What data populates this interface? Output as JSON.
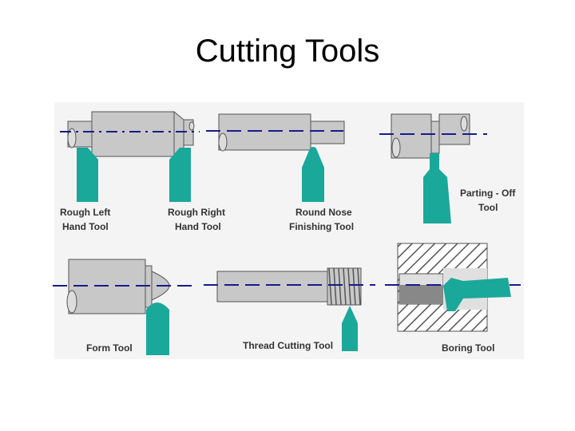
{
  "title": "Cutting Tools",
  "colors": {
    "tool": "#1aa89a",
    "work": "#c8c8c8",
    "axis": "#1a1a8c",
    "outline": "#555555"
  },
  "labels": {
    "rough_left": [
      "Rough Left",
      "Hand Tool"
    ],
    "rough_right": [
      "Rough Right",
      "Hand Tool"
    ],
    "round_nose": [
      "Round Nose",
      "Finishing Tool"
    ],
    "parting_off": [
      "Parting - Off",
      "Tool"
    ],
    "form": [
      "Form Tool"
    ],
    "thread_cutting": [
      "Thread Cutting Tool"
    ],
    "boring": [
      "Boring Tool"
    ]
  }
}
